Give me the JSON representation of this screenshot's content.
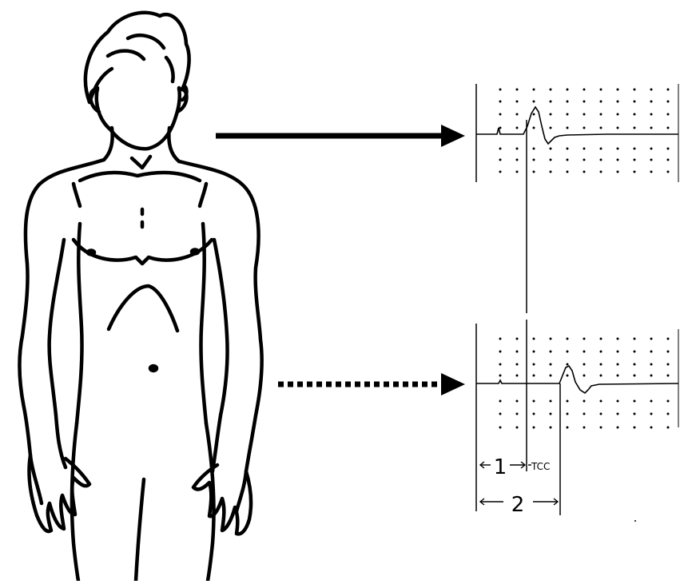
{
  "labels": {
    "interval_1": "1",
    "tcc": "TCC",
    "interval_2": "2"
  },
  "figure": {
    "line_color": "#000000",
    "grid_color": "#000000",
    "background": "#ffffff",
    "upper_arrow_style": "solid",
    "lower_arrow_style": "dashed"
  }
}
